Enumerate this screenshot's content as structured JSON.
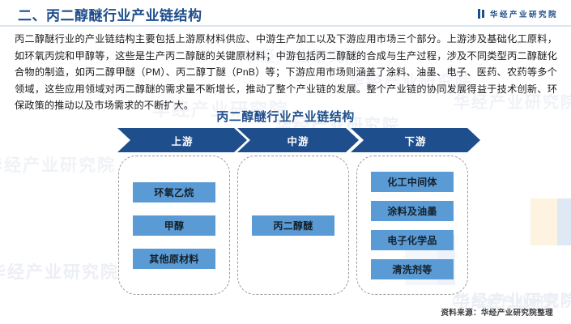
{
  "header": {
    "title": "二、丙二醇醚行业产业链结构",
    "brand_icon": "brand-bars-icon",
    "brand_text": "华经产业研究院",
    "title_color": "#1f4e8c",
    "rule_color": "#dbe5f1"
  },
  "body": {
    "paragraph": "丙二醇醚行业的产业链结构主要包括上游原材料供应、中游生产加工以及下游应用市场三个部分。上游涉及基础化工原料，如环氧丙烷和甲醇等，这些是生产丙二醇醚的关键原材料；中游包括丙二醇醚的合成与生产过程，涉及不同类型丙二醇醚化合物的制造，如丙二醇甲醚（PM）、丙二醇丁醚（PnB）等；下游应用市场则涵盖了涂料、油墨、电子、医药、农药等多个领域，这些应用领域对丙二醇醚的需求量不断增长，推动了整个产业链的发展。整个产业链的协同发展得益于技术创新、环保政策的推动以及市场需求的不断扩大。"
  },
  "chart_data": {
    "type": "diagram",
    "title": "丙二醇醚行业产业链结构",
    "stages": [
      {
        "label": "上游",
        "nodes": [
          "环氧乙烷",
          "甲醇",
          "其他原材料"
        ]
      },
      {
        "label": "中游",
        "nodes": [
          "丙二醇醚"
        ]
      },
      {
        "label": "下游",
        "nodes": [
          "化工中间体",
          "涂料及油墨",
          "电子化学品",
          "清洗剂等"
        ]
      }
    ],
    "arrow_color": "#1f4e8c",
    "node_color": "#5b9bd5",
    "container_border": "dashed #9a9a9a"
  },
  "footer": {
    "source": "资料来源：华经产业研究院整理"
  },
  "watermarks": {
    "text": "华经产业研究院",
    "weibo_text": "华经产业研究",
    "weibo_icon": "weibo-eye-icon"
  }
}
